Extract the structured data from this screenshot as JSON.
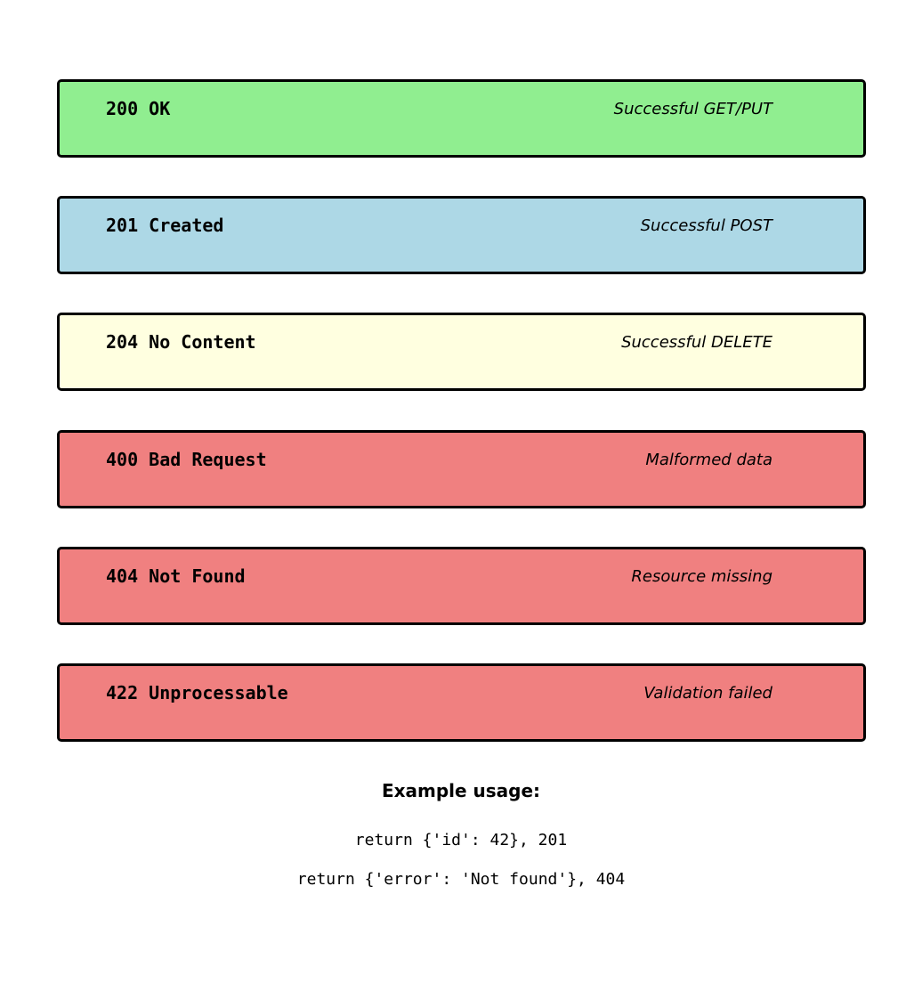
{
  "status_codes": [
    {
      "code": "200 OK",
      "description": "Successful GET/PUT",
      "color": "#90EE90"
    },
    {
      "code": "201 Created",
      "description": "Successful POST",
      "color": "#ADD8E6"
    },
    {
      "code": "204 No Content",
      "description": "Successful DELETE",
      "color": "#FFFFE0"
    },
    {
      "code": "400 Bad Request",
      "description": "Malformed data",
      "color": "#F08080"
    },
    {
      "code": "404 Not Found",
      "description": "Resource missing",
      "color": "#F08080"
    },
    {
      "code": "422 Unprocessable",
      "description": "Validation failed",
      "color": "#F08080"
    }
  ],
  "example": {
    "title": "Example usage:",
    "lines": [
      "return {'id': 42}, 201",
      "return {'error': 'Not found'}, 404"
    ]
  }
}
